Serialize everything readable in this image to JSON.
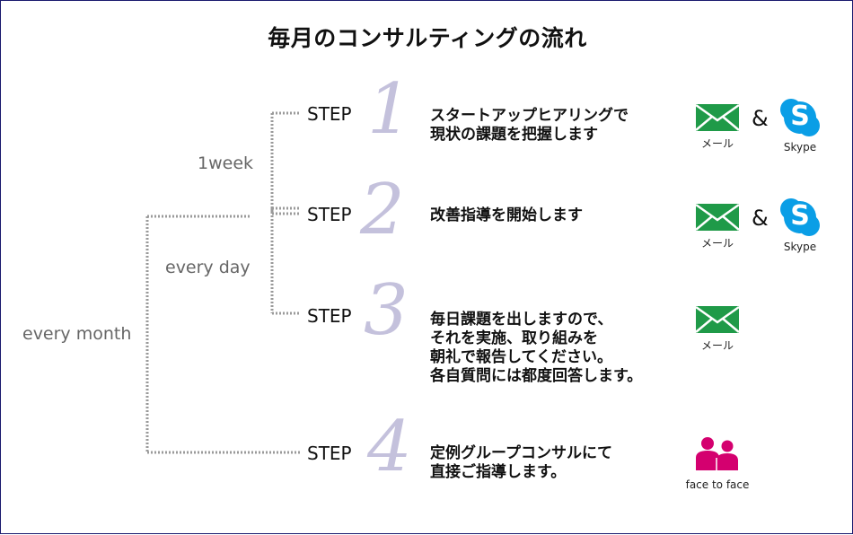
{
  "title": "毎月のコンサルティングの流れ",
  "labels": {
    "week": "1week",
    "day": "every day",
    "month": "every month"
  },
  "steps": [
    {
      "word": "STEP",
      "number": "1",
      "description": "スタートアップヒアリングで\n現状の課題を把握します"
    },
    {
      "word": "STEP",
      "number": "2",
      "description": "改善指導を開始します"
    },
    {
      "word": "STEP",
      "number": "3",
      "description": "毎日課題を出しますので、\nそれを実施、取り組みを\n朝礼で報告してください。\n各自質問には都度回答します。"
    },
    {
      "word": "STEP",
      "number": "4",
      "description": "定例グループコンサルにて\n直接ご指導します。"
    }
  ],
  "icons": {
    "mail_caption": "メール",
    "skype_caption": "Skype",
    "skype_letter": "S",
    "ampersand": "&",
    "face_caption": "face to face"
  },
  "colors": {
    "mail_green": "#1f9a48",
    "skype_blue": "#0a9ee6",
    "face_magenta": "#d4006f",
    "step_number": "#c4c1dc",
    "connector_gray": "#9a9a9a"
  }
}
